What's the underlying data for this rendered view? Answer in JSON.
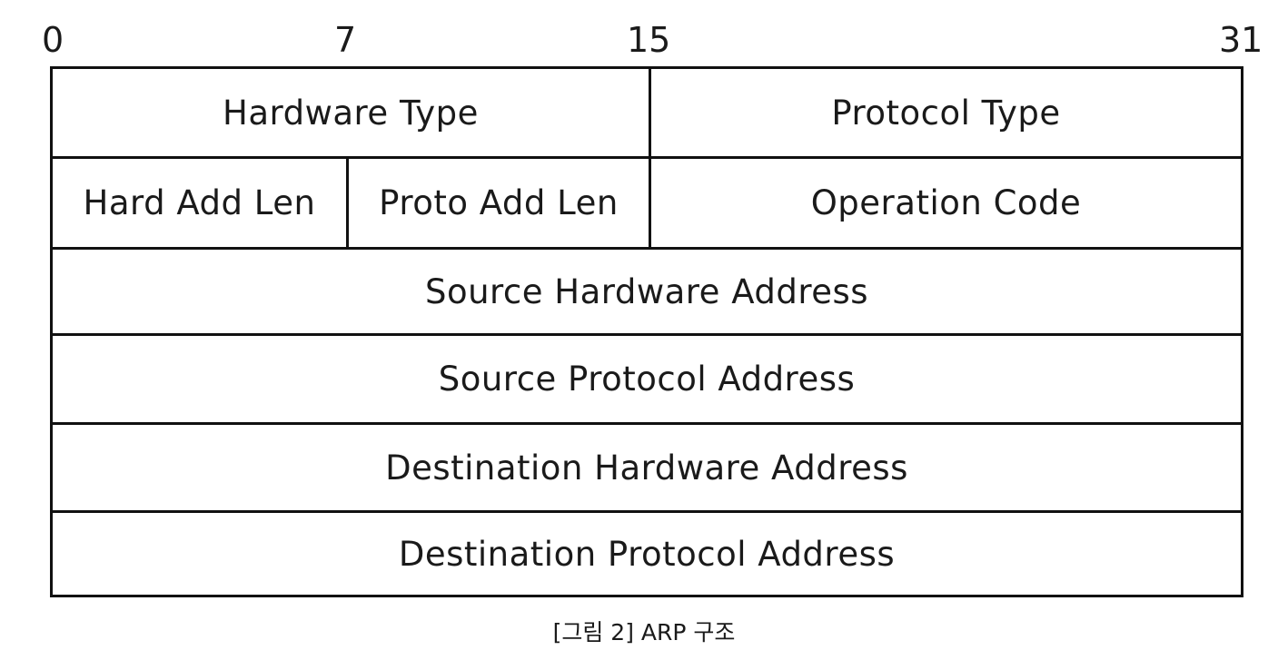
{
  "bit_positions": [
    "0",
    "7",
    "15",
    "31"
  ],
  "rows": {
    "row1": [
      "Hardware Type",
      "Protocol Type"
    ],
    "row2": [
      "Hard Add Len",
      "Proto Add Len",
      "Operation Code"
    ],
    "row3": [
      "Source Hardware Address"
    ],
    "row4": [
      "Source Protocol Address"
    ],
    "row5": [
      "Destination Hardware Address"
    ],
    "row6": [
      "Destination Protocol Address"
    ]
  },
  "caption": "[그림 2] ARP 구조"
}
